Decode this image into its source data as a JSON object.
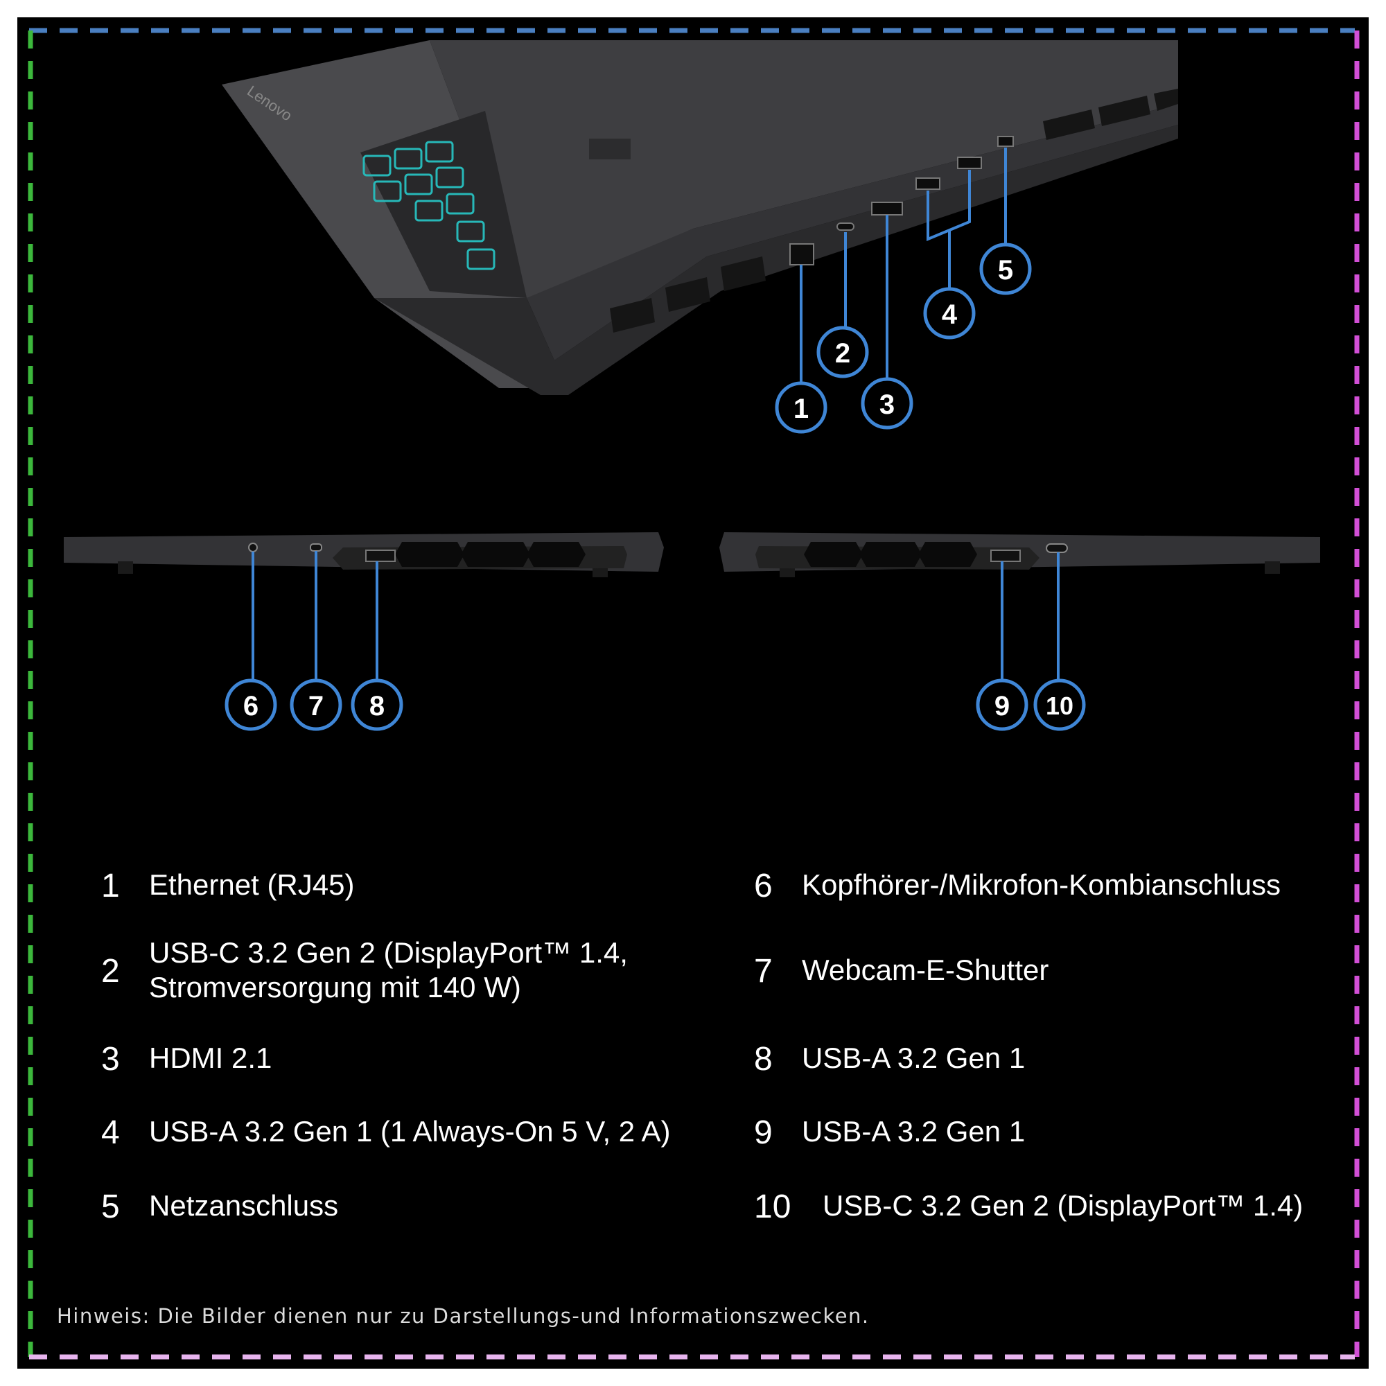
{
  "brand_label": "Lenovo",
  "callouts": [
    "1",
    "2",
    "3",
    "4",
    "5",
    "6",
    "7",
    "8",
    "9",
    "10"
  ],
  "legend": [
    {
      "num": "1",
      "text": "Ethernet (RJ45)"
    },
    {
      "num": "2",
      "text": "USB-C 3.2 Gen 2 (DisplayPort™ 1.4,\nStromversorgung mit 140 W)"
    },
    {
      "num": "3",
      "text": "HDMI 2.1"
    },
    {
      "num": "4",
      "text": "USB-A 3.2 Gen 1 (1 Always-On 5 V, 2 A)"
    },
    {
      "num": "5",
      "text": "Netzanschluss"
    },
    {
      "num": "6",
      "text": "Kopfhörer-/Mikrofon-Kombianschluss"
    },
    {
      "num": "7",
      "text": "Webcam-E-Shutter"
    },
    {
      "num": "8",
      "text": "USB-A 3.2 Gen 1"
    },
    {
      "num": "9",
      "text": "USB-A 3.2 Gen 1"
    },
    {
      "num": "10",
      "text": "USB-C 3.2 Gen 2 (DisplayPort™ 1.4)"
    }
  ],
  "note": "Hinweis: Die Bilder dienen nur zu Darstellungs-und Informationszwecken.",
  "colors": {
    "background": "#000000",
    "callout": "#3f86d6",
    "border_top": "#4a7fc1",
    "border_left": "#3cb83c",
    "border_right": "#d24fd6",
    "border_bottom": "#e7b4ee",
    "laptop_body": "#3b3b3d"
  }
}
